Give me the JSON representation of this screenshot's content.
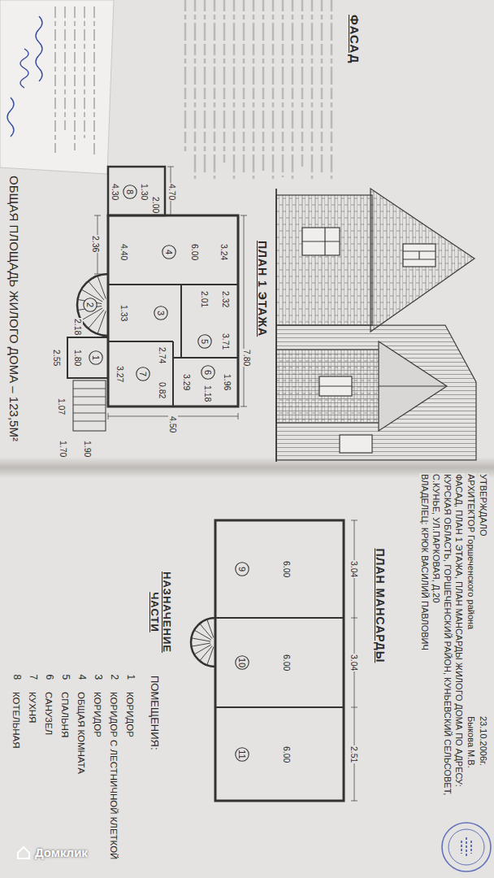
{
  "diagram": {
    "title": "ФАСАД, ПЛАН 1 ЭТАЖА, ПЛАН МАНСАРДЫ ЖИЛОГО ДОМА ПО АДРЕСУ: КУРСКАЯ ОБЛАСТЬ, ГОРШЕЧЕНСКИЙ РАЙОН, КУНЬЕВСКИЙ СЕЛЬСОВЕТ, С.КУНЬЕ, УЛ.ПАРКОВАЯ, Д.20",
    "nodes": [
      {
        "text": [
          "8"
        ]
      },
      {
        "text": [
          "4"
        ]
      },
      {
        "text": [
          "5"
        ]
      },
      {
        "text": [
          "3"
        ]
      },
      {
        "text": [
          "2"
        ]
      },
      {
        "text": [
          "6"
        ]
      },
      {
        "text": [
          "7"
        ]
      },
      {
        "text": [
          "1"
        ]
      },
      {
        "text": [
          "9"
        ]
      },
      {
        "text": [
          "10"
        ]
      },
      {
        "text": [
          "11"
        ]
      }
    ],
    "labels": [
      "УТВЕРЖДАЛО",
      "АРХИТЕКТОР Горшеченского района",
      "23.10.2006г.",
      "Быкова М.В.",
      "ВЛАДЕЛЕЦ: КРЮК ВАСИЛИЙ ПАВЛОВИЧ",
      "ФАСАД",
      "ПЛАН 1 ЭТАЖА",
      "ОБЩАЯ ПЛОЩАДЬ ЖИЛОГО ДОМА – 123,5М²",
      "4.70",
      "2.00",
      "1.30",
      "4.30",
      "3.24",
      "6.00",
      "4.40",
      "7.80",
      "2.36",
      "2.32",
      "3.71",
      "2.01",
      "1.96",
      "1.18",
      "3.29",
      "1.33",
      "2.74",
      "0.82",
      "3.27",
      "2.18",
      "1.80",
      "2.55",
      "1.07",
      "1.90",
      "1.70",
      "4.50",
      "ПЛАН МАНСАРДЫ",
      "3.04",
      "3.04",
      "2.51",
      "6.00",
      "6.00",
      "6.00",
      "НАЗНАЧЕНИЕ ЧАСТИ",
      "ПОМЕЩЕНИЯ:",
      "1",
      "КОРИДОР",
      "2",
      "КОРИДОР С ЛЕСТНИЧНОЙ КЛЕТКОЙ",
      "3",
      "КОРИДОР",
      "4",
      "ОБЩАЯ КОМНАТА",
      "5",
      "СПАЛЬНЯ",
      "6",
      "САНУЗЕЛ",
      "7",
      "КУХНЯ",
      "8",
      "КОТЕЛЬНАЯ",
      "Домклик"
    ]
  }
}
